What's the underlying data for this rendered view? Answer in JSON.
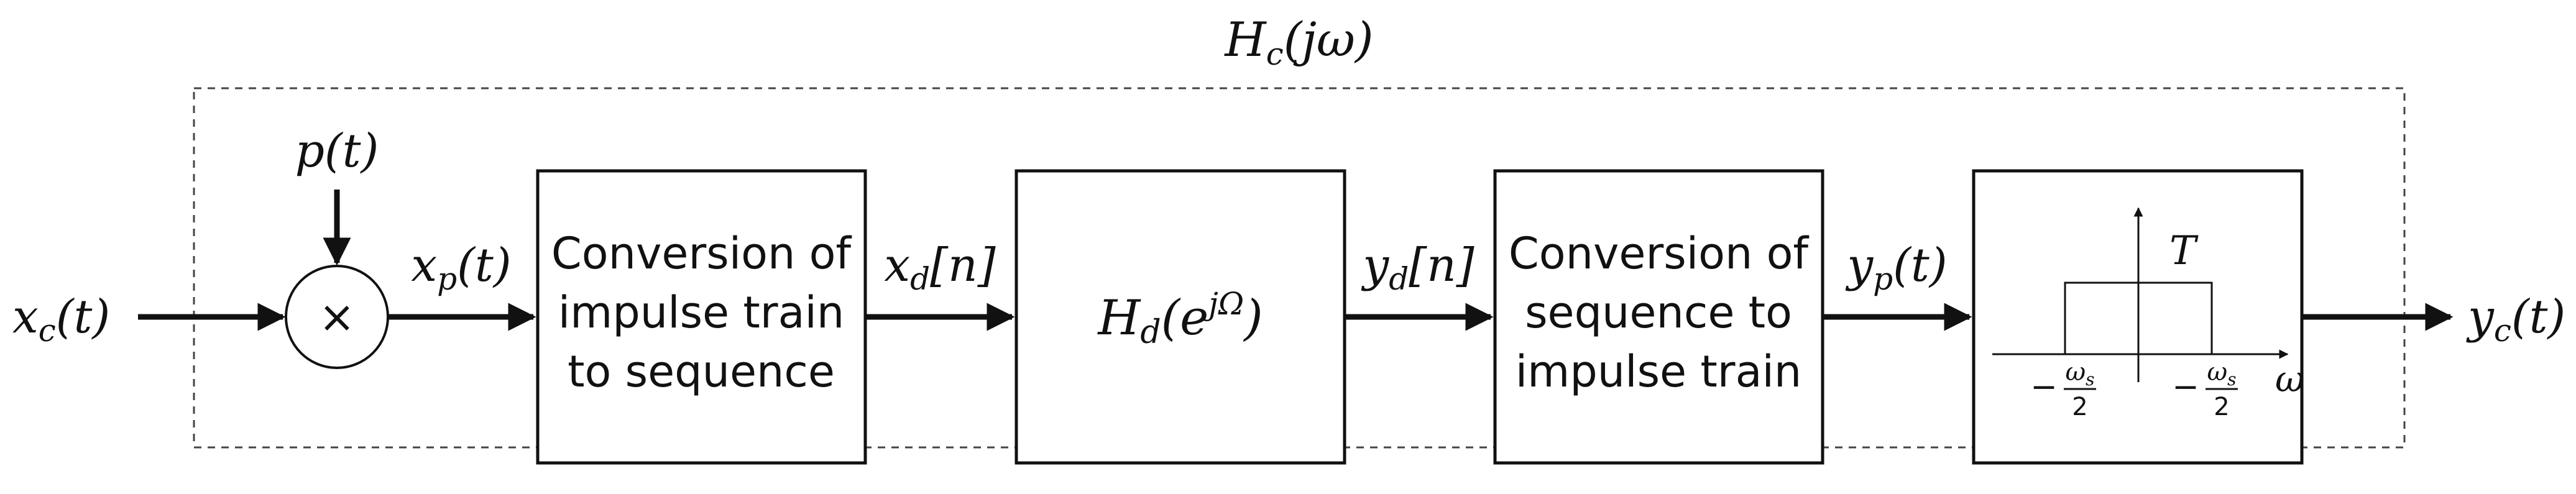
{
  "diagram": {
    "overall_label": "H_c(jω)",
    "input_label": "x_c(t)",
    "sampling_label": "p(t)",
    "multiplier_symbol": "×",
    "signals": {
      "xp": "x_p(t)",
      "xd": "x_d[n]",
      "yd": "y_d[n]",
      "yp": "y_p(t)",
      "yc": "y_c(t)"
    },
    "blocks": {
      "c2d": [
        "Conversion of",
        "impulse train",
        "to sequence"
      ],
      "hd": "H_d(e^{jΩ})",
      "d2c": [
        "Conversion of",
        "sequence to",
        "impulse train"
      ]
    },
    "filter": {
      "gain": "T",
      "axis": "ω",
      "left_cutoff": "−ω_s/2",
      "right_cutoff": "−ω_s/2"
    }
  },
  "colors": {
    "ink": "#111111",
    "frame": "#444444",
    "background": "#ffffff"
  }
}
